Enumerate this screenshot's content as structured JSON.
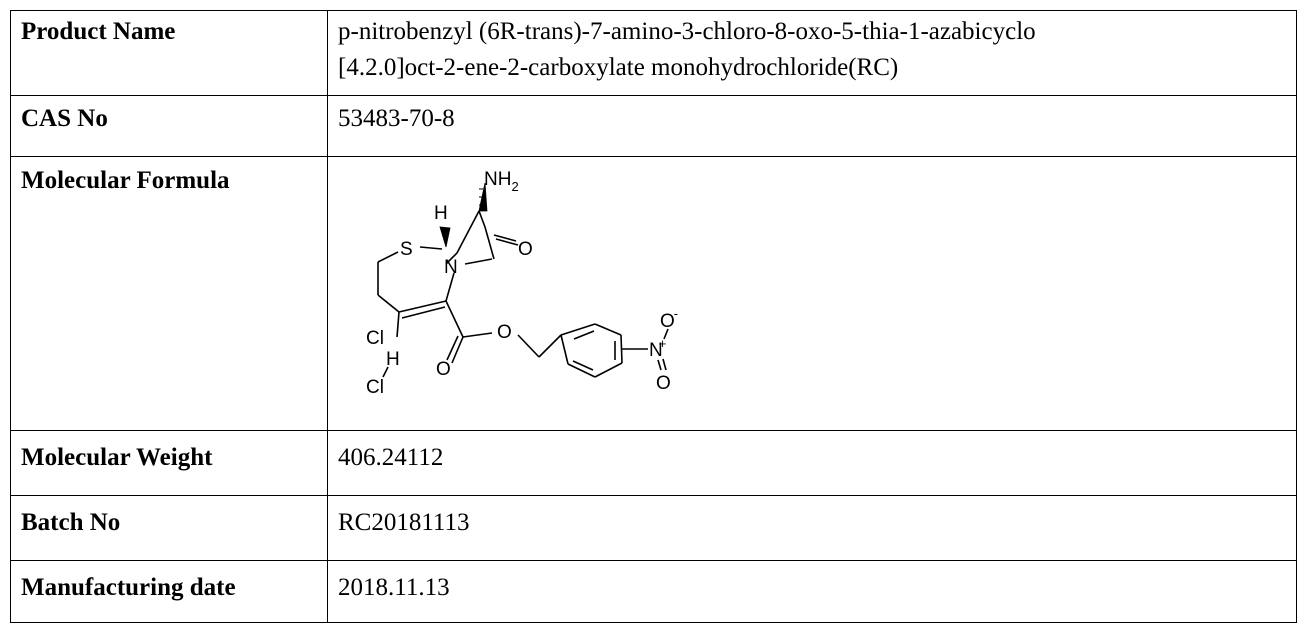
{
  "rows": [
    {
      "label": "Product Name",
      "value_line1": "p-nitrobenzyl (6R-trans)-7-amino-3-chloro-8-oxo-5-thia-1-azabicyclo",
      "value_line2": "[4.2.0]oct-2-ene-2-carboxylate monohydrochloride(RC)"
    },
    {
      "label": "CAS No",
      "value": "53483-70-8"
    },
    {
      "label": "Molecular Formula"
    },
    {
      "label": "Molecular Weight",
      "value": "406.24112"
    },
    {
      "label": "Batch No",
      "value": "RC20181113"
    },
    {
      "label": "Manufacturing date",
      "value": "2018.11.13"
    }
  ],
  "structure": {
    "atoms": {
      "nh": "NH",
      "nh_sub": "2",
      "h_top": "H",
      "s": "S",
      "n": "N",
      "o_lactam": "O",
      "cl": "Cl",
      "o_carbonyl": "O",
      "o_ester": "O",
      "h_hcl": "H",
      "cl_hcl": "Cl",
      "n_nitro": "N",
      "n_charge": "+",
      "o_nitro_top": "O",
      "o_minus": "-",
      "o_nitro_bottom": "O"
    }
  }
}
